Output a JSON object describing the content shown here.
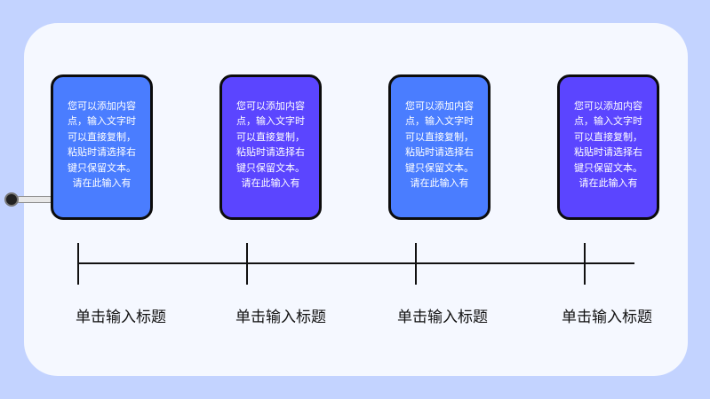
{
  "slide": {
    "background_color": "#c3d3ff",
    "panel_color": "#f5f8ff",
    "items": [
      {
        "text": "您可以添加内容点，输入文字时可以直接复制，粘贴时请选择右键只保留文本。请在此输入有",
        "title": "单击输入标题",
        "color": "#4a7dff"
      },
      {
        "text": "您可以添加内容点，输入文字时可以直接复制，粘贴时请选择右键只保留文本。请在此输入有",
        "title": "单击输入标题",
        "color": "#5b45ff"
      },
      {
        "text": "您可以添加内容点，输入文字时可以直接复制，粘贴时请选择右键只保留文本。请在此输入有",
        "title": "单击输入标题",
        "color": "#4a7dff"
      },
      {
        "text": "您可以添加内容点，输入文字时可以直接复制，粘贴时请选择右键只保留文本。请在此输入有",
        "title": "单击输入标题",
        "color": "#5b45ff"
      }
    ]
  }
}
